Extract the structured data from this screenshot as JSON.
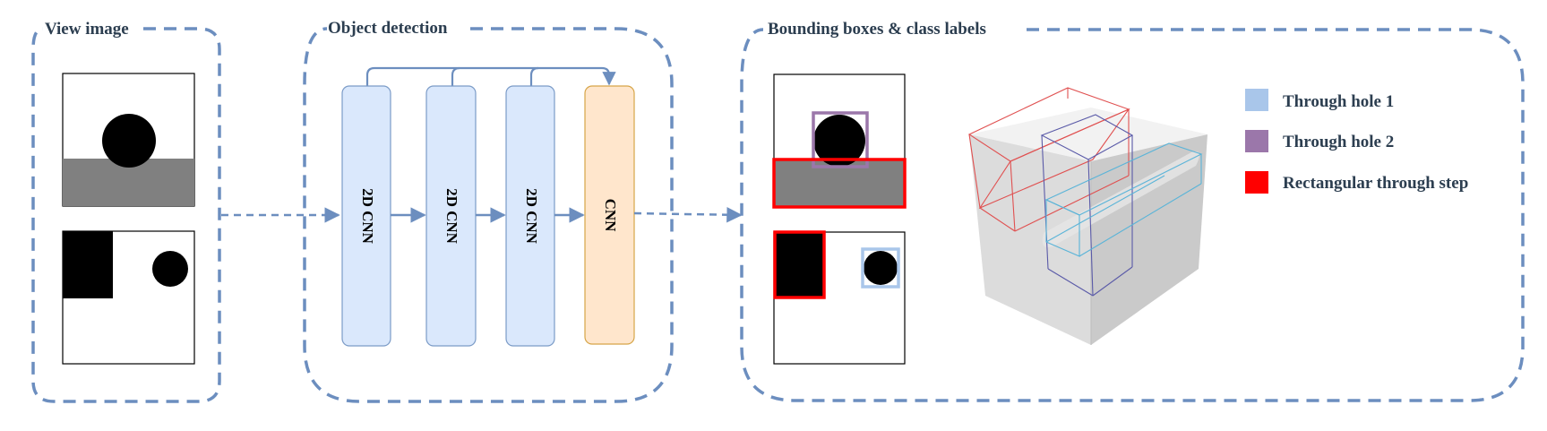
{
  "sections": {
    "view_image": {
      "title": "View image"
    },
    "object_detection": {
      "title": "Object detection"
    },
    "bounding_boxes": {
      "title": "Bounding boxes & class labels"
    }
  },
  "network": {
    "layers": [
      {
        "label": "2D CNN",
        "kind": "2d-cnn"
      },
      {
        "label": "2D CNN",
        "kind": "2d-cnn"
      },
      {
        "label": "2D CNN",
        "kind": "2d-cnn"
      },
      {
        "label": "CNN",
        "kind": "cnn"
      }
    ]
  },
  "legend": [
    {
      "label": "Through hole 1",
      "color": "#a9c6ea"
    },
    {
      "label": "Through hole 2",
      "color": "#9b77aa"
    },
    {
      "label": "Rectangular through step",
      "color": "#ff0000"
    }
  ],
  "colors": {
    "dashed_frame": "#6c8ebf",
    "arrow": "#6c8ebf",
    "cnn_fill": "#dae8fc",
    "cnn_stroke": "#7b9bc7",
    "final_fill": "#ffe6cc",
    "final_stroke": "#d6a548",
    "step_gray": "#808080",
    "title_text": "#2c3e50"
  }
}
